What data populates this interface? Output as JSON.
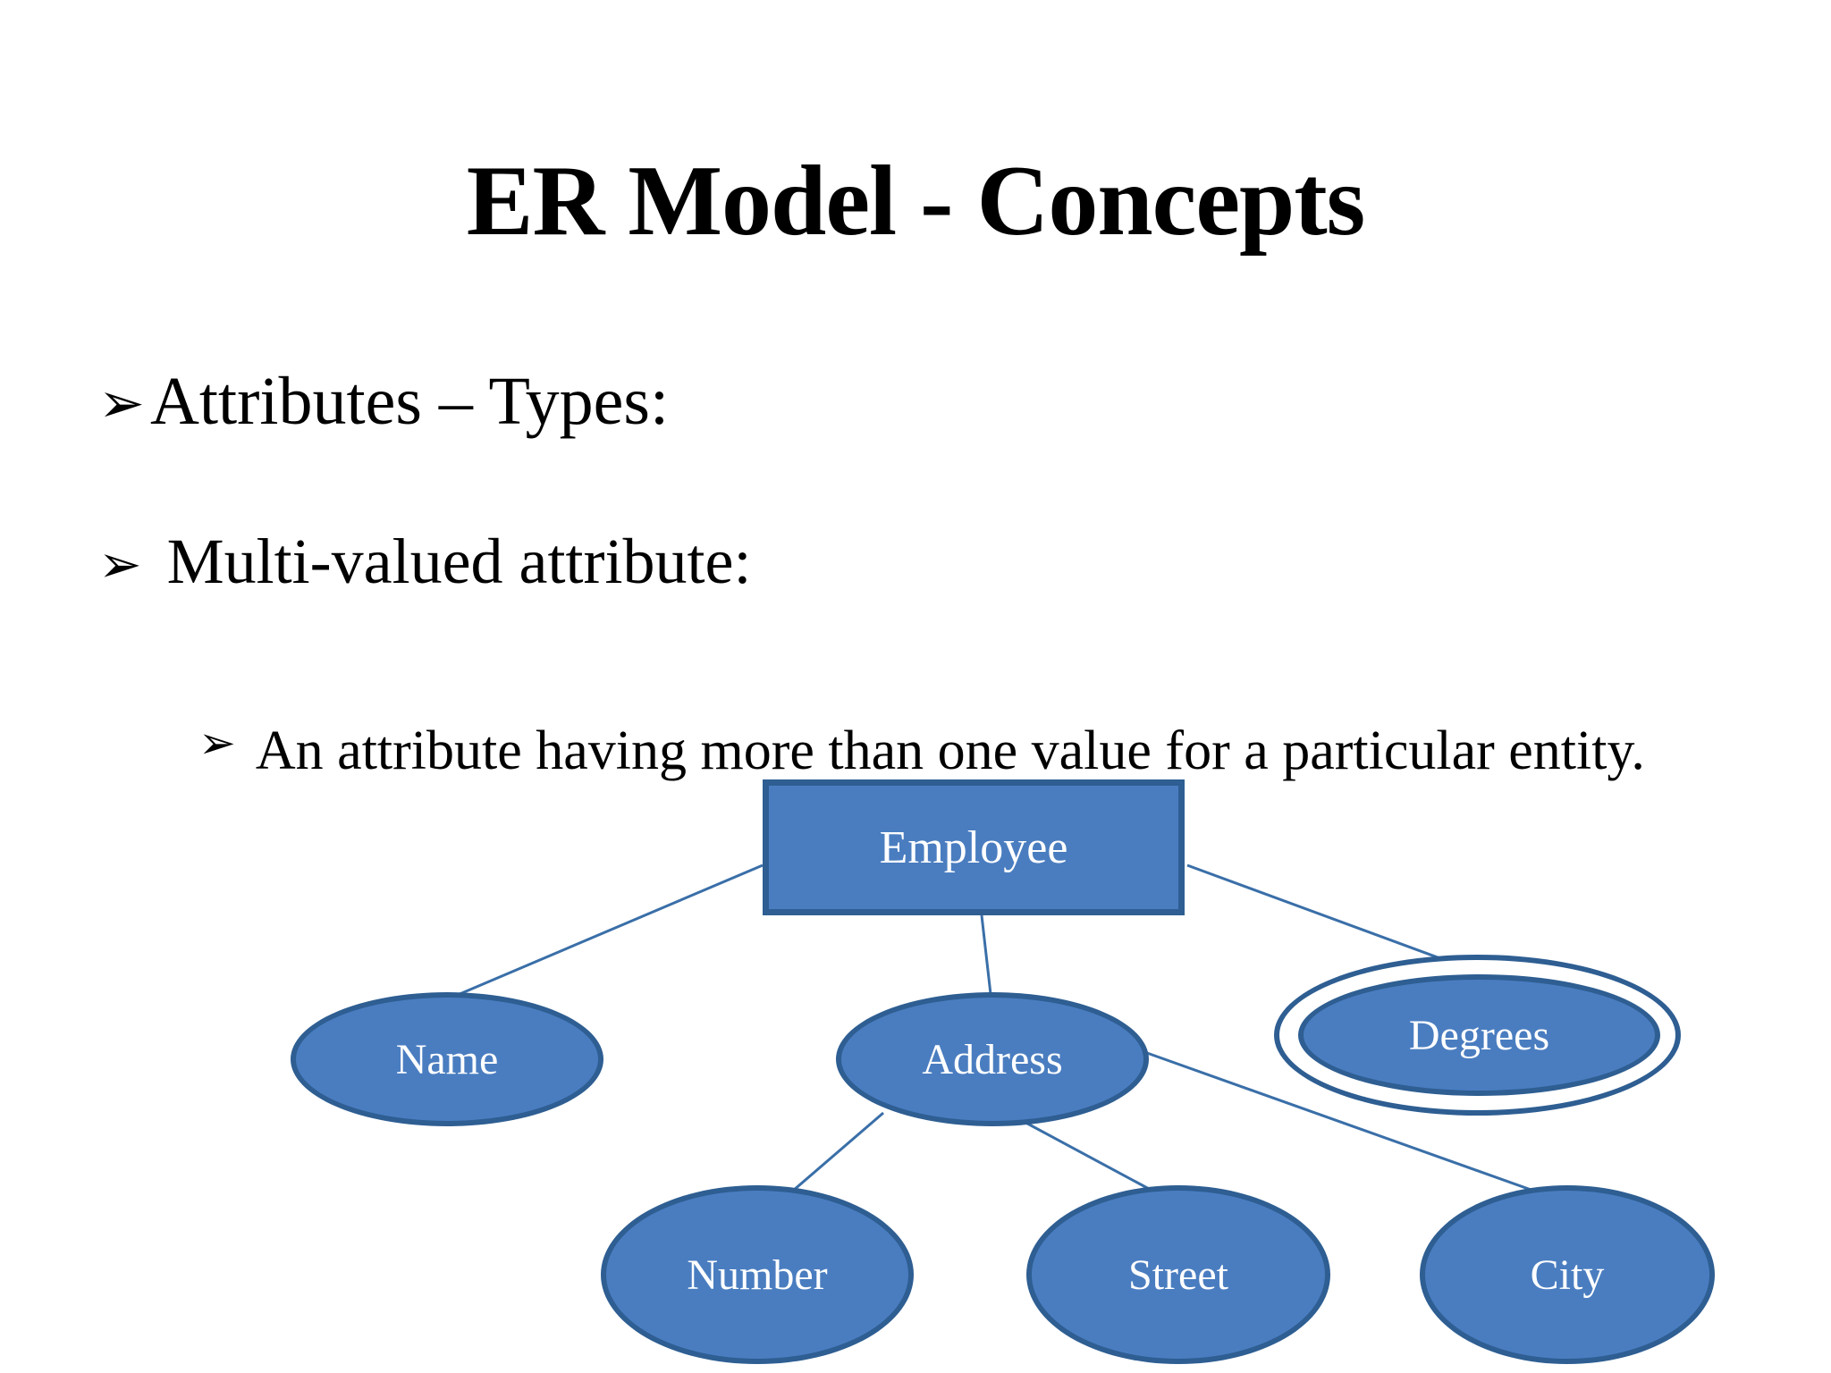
{
  "slide": {
    "title": "ER Model - Concepts",
    "background_color": "#FFFFFF"
  },
  "bullets": [
    {
      "level": 1,
      "glyph": "➢",
      "glyph_name": "arrow-bullet-icon",
      "text": "Attributes – Types:"
    },
    {
      "level": 2,
      "glyph": "➢",
      "glyph_name": "arrow-bullet-icon",
      "text": "Multi-valued attribute:"
    },
    {
      "level": 3,
      "glyph": "➢",
      "glyph_name": "arrow-bullet-icon",
      "text": "An attribute having more than one value for a particular entity."
    }
  ],
  "diagram": {
    "type": "er-diagram",
    "colors": {
      "shape_fill": "#4A7DC0",
      "shape_border": "#2E5E92",
      "shape_text": "#FFFFFF",
      "connector": "#3A6FA8",
      "outer_ellipse_fill": "#FFFFFF"
    },
    "nodes": [
      {
        "id": "employee",
        "label": "Employee",
        "shape": "rectangle",
        "role": "entity"
      },
      {
        "id": "name",
        "label": "Name",
        "shape": "ellipse",
        "role": "attribute"
      },
      {
        "id": "address",
        "label": "Address",
        "shape": "ellipse",
        "role": "composite-attribute"
      },
      {
        "id": "degrees",
        "label": "Degrees",
        "shape": "double-ellipse",
        "role": "multivalued-attribute"
      },
      {
        "id": "number",
        "label": "Number",
        "shape": "ellipse",
        "role": "attribute"
      },
      {
        "id": "street",
        "label": "Street",
        "shape": "ellipse",
        "role": "attribute"
      },
      {
        "id": "city",
        "label": "City",
        "shape": "ellipse",
        "role": "attribute"
      }
    ],
    "edges": [
      {
        "from": "employee",
        "to": "name"
      },
      {
        "from": "employee",
        "to": "address"
      },
      {
        "from": "employee",
        "to": "degrees"
      },
      {
        "from": "address",
        "to": "number"
      },
      {
        "from": "address",
        "to": "street"
      },
      {
        "from": "address",
        "to": "city"
      }
    ]
  }
}
